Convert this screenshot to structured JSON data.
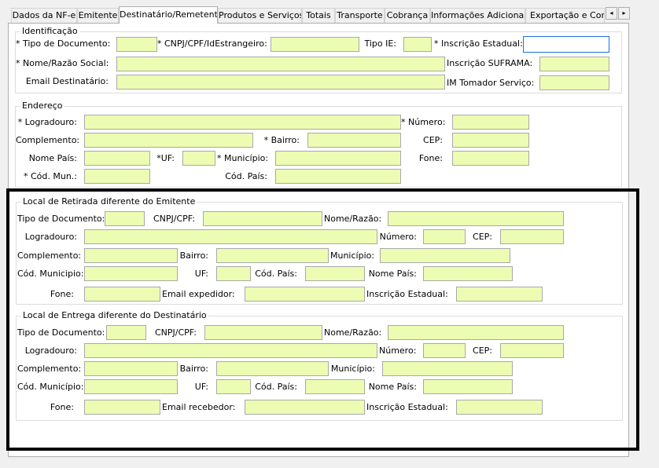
{
  "tabs": [
    {
      "label": "Dados da NF-e"
    },
    {
      "label": "Emitente"
    },
    {
      "label": "Destinatário/Remetente"
    },
    {
      "label": "Produtos e Serviços"
    },
    {
      "label": "Totais"
    },
    {
      "label": "Transporte"
    },
    {
      "label": "Cobrança"
    },
    {
      "label": "Informações Adicionais"
    },
    {
      "label": "Exportação e Compra"
    }
  ],
  "active_tab": "Destinatário/Remetente",
  "identificacao": {
    "title": "Identificação",
    "tipo_documento": "* Tipo de Documento:",
    "cnpj": "* CNPJ/CPF/IdEstrangeiro:",
    "tipo_ie": "Tipo IE:",
    "inscricao_estadual": "* Inscrição Estadual:",
    "nome": "* Nome/Razão Social:",
    "inscricao_suframa": "Inscrição SUFRAMA:",
    "email": "Email Destinatário:",
    "im_tomador": "IM Tomador Serviço:"
  },
  "endereco": {
    "title": "Endereço",
    "logradouro": "* Logradouro:",
    "numero": "* Número:",
    "complemento": "Complemento:",
    "bairro": "* Bairro:",
    "cep": "CEP:",
    "nome_pais": "Nome País:",
    "uf": "*UF:",
    "municipio": "* Município:",
    "fone": "Fone:",
    "cod_mun": "* Cód. Mun.:",
    "cod_pais": "Cód. País:"
  },
  "retirada": {
    "title": "Local de Retirada diferente do Emitente",
    "tipo_documento": "Tipo de Documento:",
    "cnpj": "CNPJ/CPF:",
    "nome": "Nome/Razão:",
    "logradouro": "Logradouro:",
    "numero": "Número:",
    "cep": "CEP:",
    "complemento": "Complemento:",
    "bairro": "Bairro:",
    "municipio": "Município:",
    "cod_municipio": "Cód. Municipio:",
    "uf": "UF:",
    "cod_pais": "Cód. País:",
    "nome_pais": "Nome País:",
    "fone": "Fone:",
    "email": "Email expedidor:",
    "inscricao_estadual": "Inscrição Estadual:"
  },
  "entrega": {
    "title": "Local de Entrega diferente do Destinatário",
    "tipo_documento": "Tipo de Documento:",
    "cnpj": "CNPJ/CPF:",
    "nome": "Nome/Razão:",
    "logradouro": "Logradouro:",
    "numero": "Número:",
    "cep": "CEP:",
    "complemento": "Complemento:",
    "bairro": "Bairro:",
    "municipio": "Município:",
    "cod_municipio": "Cód. Município:",
    "uf": "UF:",
    "cod_pais": "Cód. País:",
    "nome_pais": "Nome País:",
    "fone": "Fone:",
    "email": "Email recebedor:",
    "inscricao_estadual": "Inscrição Estadual:"
  },
  "nav": {
    "left": "◂",
    "right": "▸"
  }
}
